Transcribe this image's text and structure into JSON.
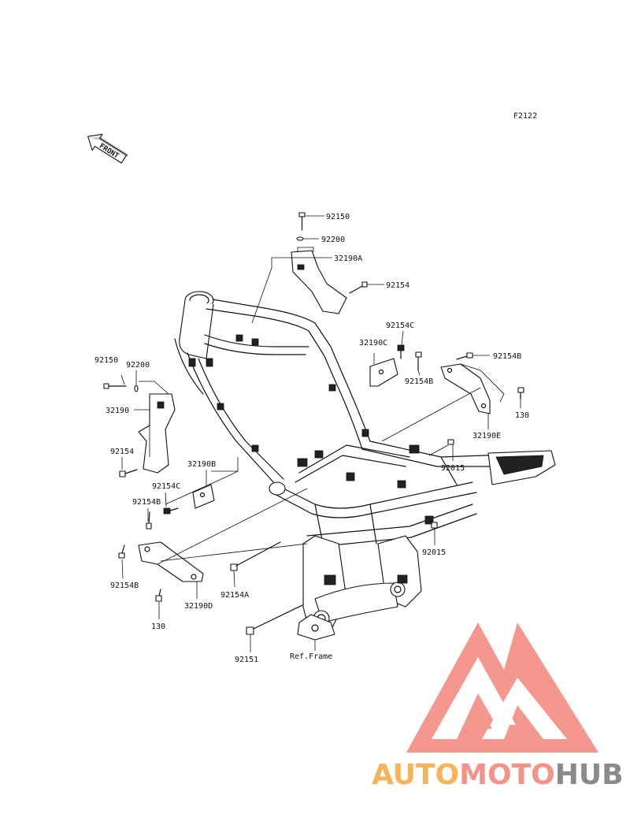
{
  "diagram": {
    "code": "F2122",
    "front_arrow_label": "FRONT",
    "reference_label": "Ref.Frame",
    "parts": [
      {
        "id": "p1",
        "label": "92150"
      },
      {
        "id": "p2",
        "label": "92200"
      },
      {
        "id": "p3",
        "label": "32190A"
      },
      {
        "id": "p4",
        "label": "92154"
      },
      {
        "id": "p5",
        "label": "92154C"
      },
      {
        "id": "p6",
        "label": "32190C"
      },
      {
        "id": "p7",
        "label": "92154B"
      },
      {
        "id": "p8",
        "label": "92154B"
      },
      {
        "id": "p9",
        "label": "130"
      },
      {
        "id": "p10",
        "label": "32190E"
      },
      {
        "id": "p11",
        "label": "92015"
      },
      {
        "id": "p12",
        "label": "92015"
      },
      {
        "id": "p13",
        "label": "92150"
      },
      {
        "id": "p14",
        "label": "92200"
      },
      {
        "id": "p15",
        "label": "32190"
      },
      {
        "id": "p16",
        "label": "92154"
      },
      {
        "id": "p17",
        "label": "32190B"
      },
      {
        "id": "p18",
        "label": "92154C"
      },
      {
        "id": "p19",
        "label": "92154B"
      },
      {
        "id": "p20",
        "label": "92154B"
      },
      {
        "id": "p21",
        "label": "32190D"
      },
      {
        "id": "p22",
        "label": "130"
      },
      {
        "id": "p23",
        "label": "92154A"
      },
      {
        "id": "p24",
        "label": "92151"
      }
    ]
  },
  "watermark": {
    "brand_part1": "AUTO",
    "brand_part2": "MOTO",
    "brand_part3": "HUB",
    "colors": {
      "part1": "#f5b45a",
      "part2": "#f4938a",
      "part3": "#8a8a8a",
      "logo": "#f2867c"
    }
  }
}
